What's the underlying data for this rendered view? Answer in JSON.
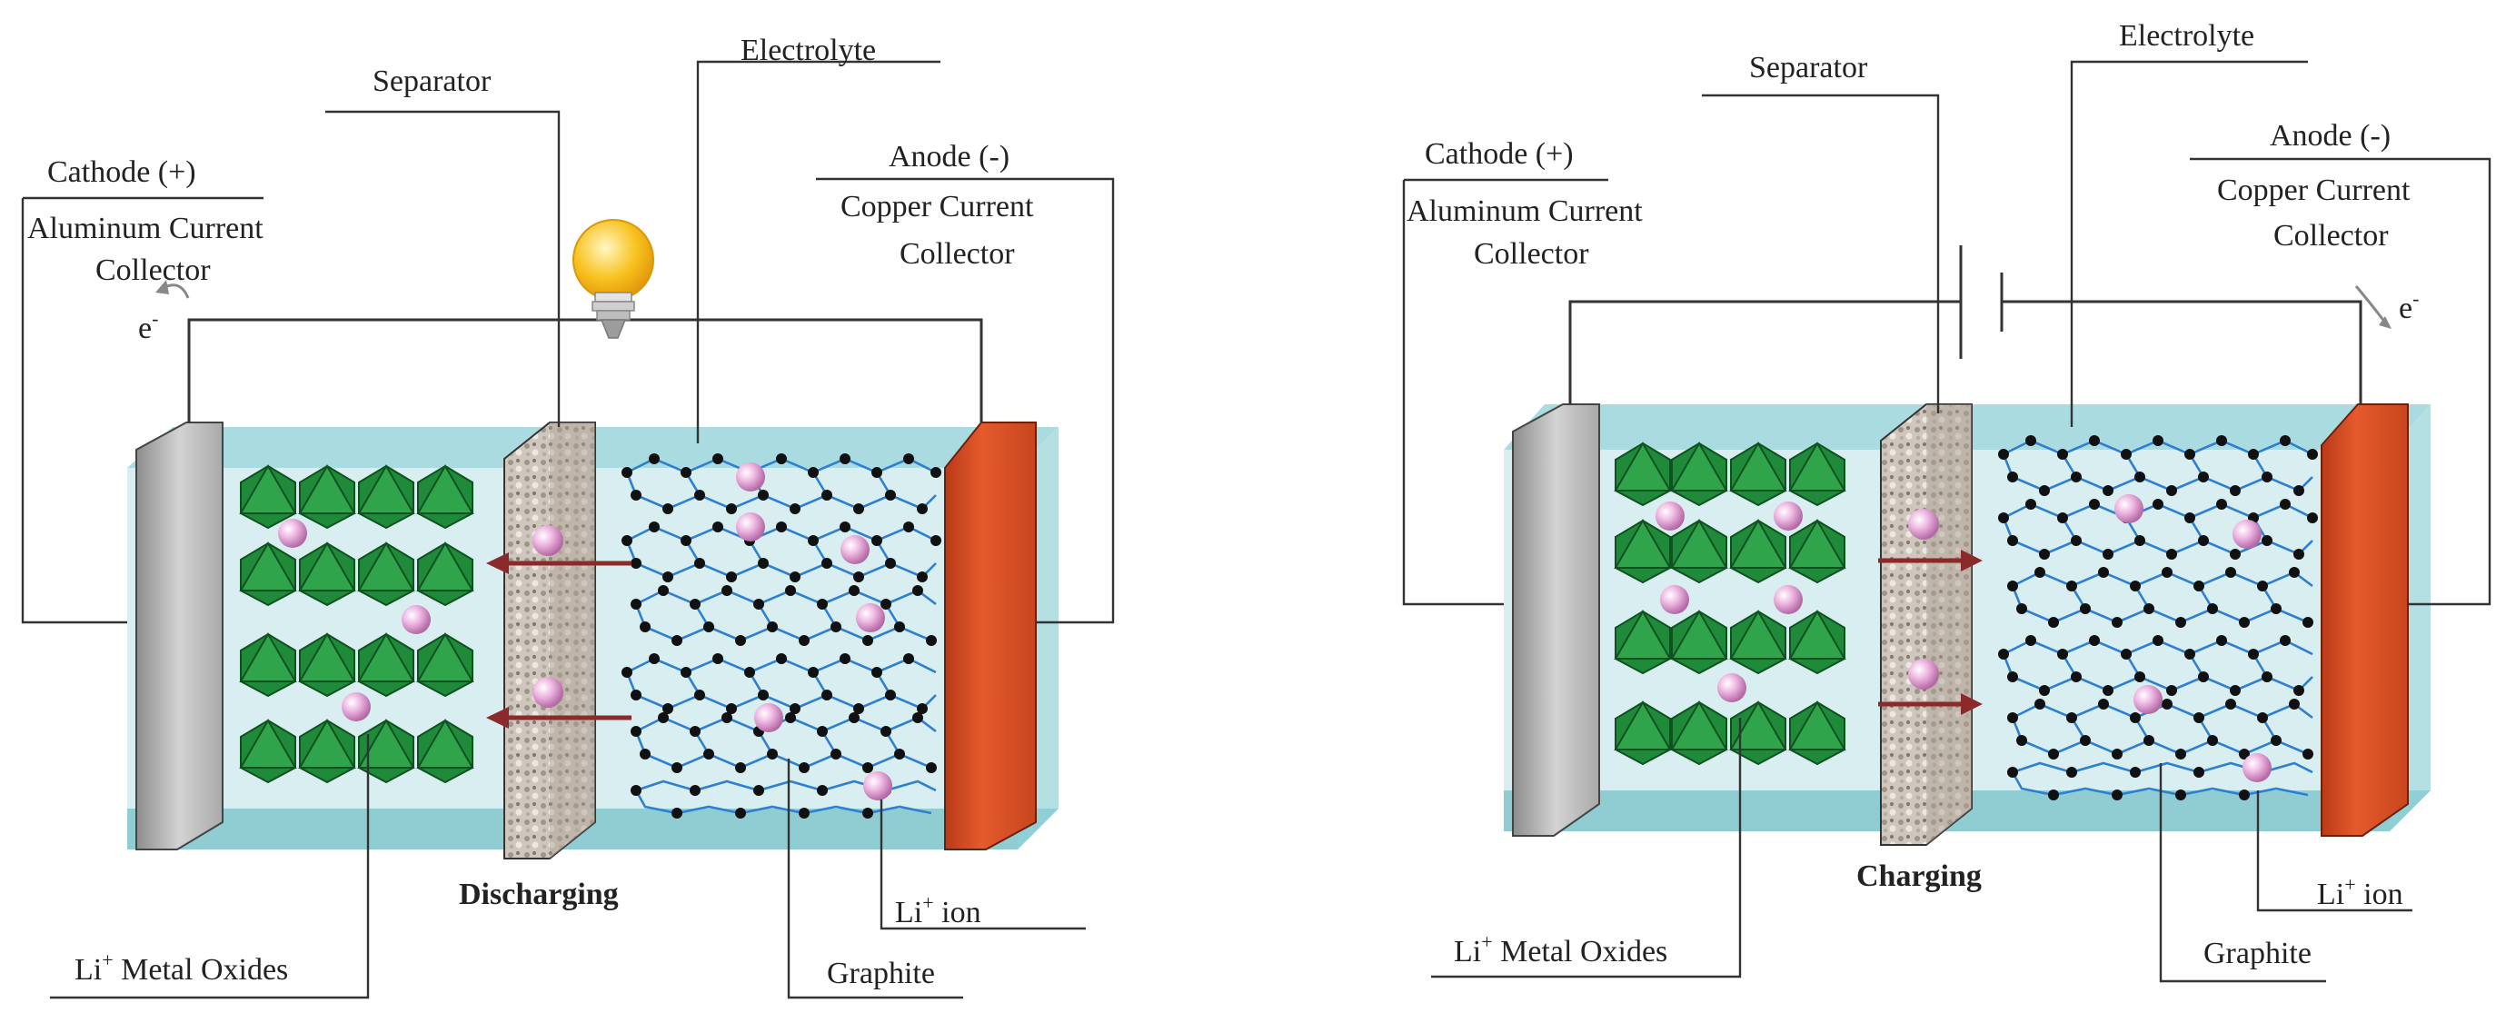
{
  "colors": {
    "electrolyte": "#d8eef0",
    "cathode_plate": "#c8c8c8",
    "anode_plate": "#e0522a",
    "oxide": "#1f8a3a",
    "li_ion": "#e8a6d8",
    "graphite_bond": "#2e7fd0",
    "arrow": "#8b2a2a",
    "bulb": "#f7b91a"
  },
  "discharging": {
    "labels": {
      "cathode": "Cathode (+)",
      "aluminum_line1": "Aluminum Current",
      "aluminum_line2": "Collector",
      "separator": "Separator",
      "electrolyte": "Electrolyte",
      "anode": "Anode (-)",
      "copper_line1": "Copper Current",
      "copper_line2": "Collector",
      "electron": "e",
      "electron_sup": "-",
      "li_oxides": "Li",
      "li_oxides_sup": "+",
      "li_oxides_rest": " Metal Oxides",
      "li_ion": "Li",
      "li_ion_sup": "+",
      "li_ion_rest": " ion",
      "graphite": "Graphite",
      "mode": "Discharging"
    },
    "icons": {
      "bulb": "light-bulb-icon"
    }
  },
  "charging": {
    "labels": {
      "cathode": "Cathode (+)",
      "aluminum_line1": "Aluminum Current",
      "aluminum_line2": "Collector",
      "separator": "Separator",
      "electrolyte": "Electrolyte",
      "anode": "Anode (-)",
      "copper_line1": "Copper Current",
      "copper_line2": "Collector",
      "electron": "e",
      "electron_sup": "-",
      "li_oxides": "Li",
      "li_oxides_sup": "+",
      "li_oxides_rest": " Metal Oxides",
      "li_ion": "Li",
      "li_ion_sup": "+",
      "li_ion_rest": " ion",
      "graphite": "Graphite",
      "mode": "Charging"
    },
    "icons": {
      "source": "battery-source-icon"
    }
  }
}
